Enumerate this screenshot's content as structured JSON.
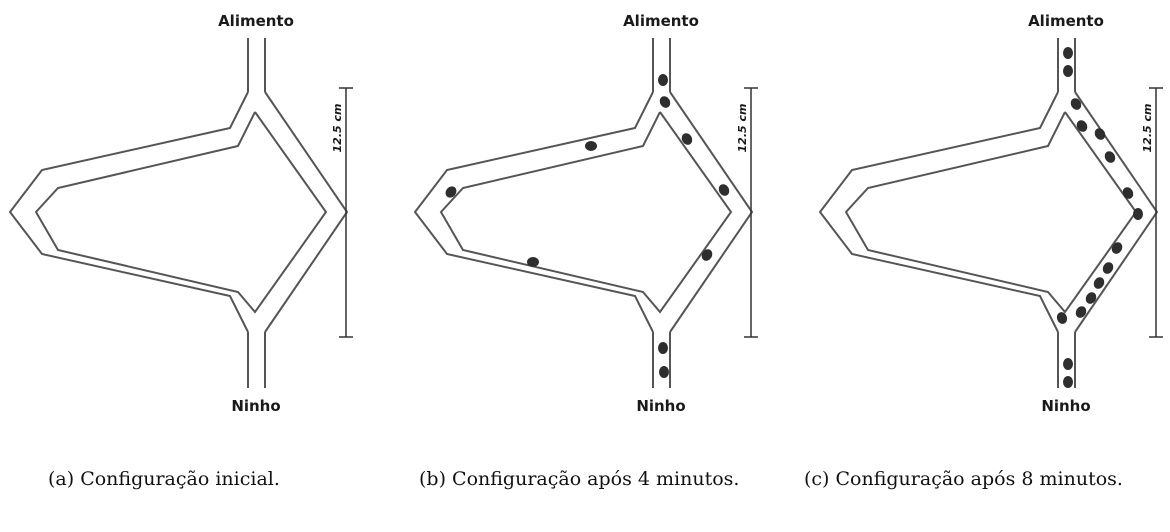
{
  "panels": [
    {
      "id": "a",
      "top_label": "Alimento",
      "bottom_label": "Ninho",
      "scale_label": "12.5 cm",
      "caption": "(a) Configuração inicial."
    },
    {
      "id": "b",
      "top_label": "Alimento",
      "bottom_label": "Ninho",
      "scale_label": "12.5 cm",
      "caption": "(b) Configuração após 4 minutos."
    },
    {
      "id": "c",
      "top_label": "Alimento",
      "bottom_label": "Ninho",
      "scale_label": "12.5 cm",
      "caption": "(c) Configuração após 8 minutos."
    }
  ],
  "colors": {
    "stroke": "#555555",
    "ant": "#2e2e2e"
  }
}
